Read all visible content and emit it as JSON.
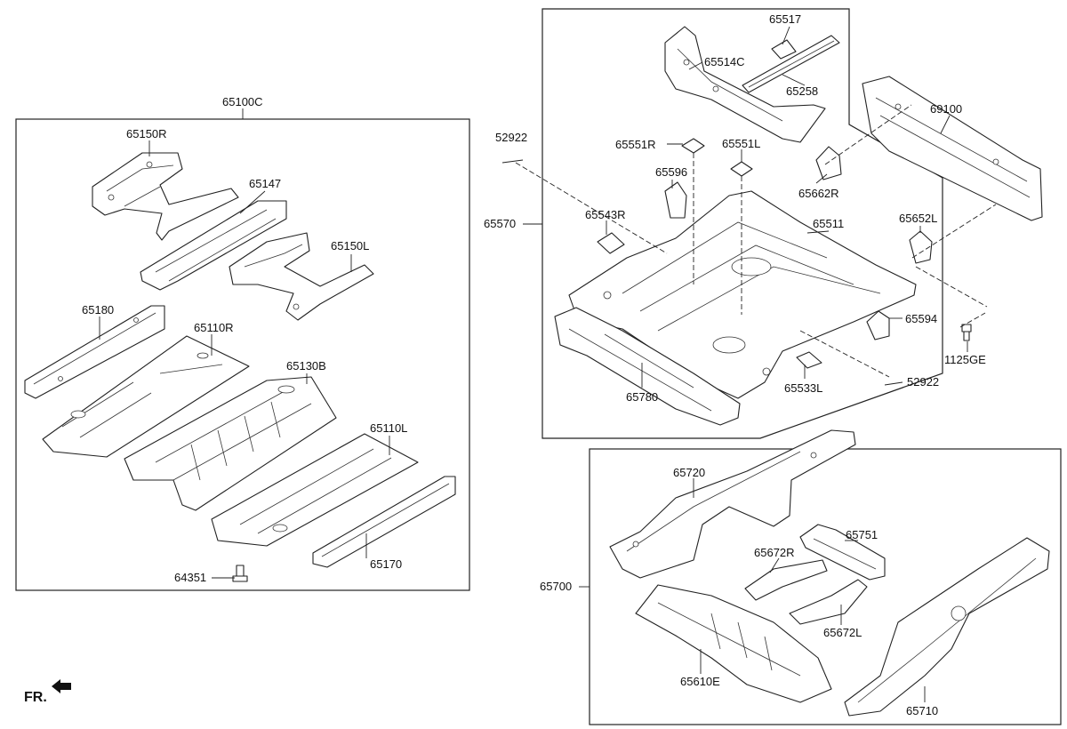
{
  "diagram": {
    "orientation": "FR.",
    "groups": {
      "front_floor": "65100C",
      "rear_floor": "65570",
      "rear_member": "65700"
    },
    "labels": {
      "p65150R": "65150R",
      "p65147": "65147",
      "p65150L": "65150L",
      "p65180": "65180",
      "p65110R": "65110R",
      "p65130B": "65130B",
      "p65110L": "65110L",
      "p65170": "65170",
      "p64351": "64351",
      "p65517": "65517",
      "p65514C": "65514C",
      "p65258": "65258",
      "p69100": "69100",
      "p52922a": "52922",
      "p65551R": "65551R",
      "p65551L": "65551L",
      "p65596": "65596",
      "p65662R": "65662R",
      "p65543R": "65543R",
      "p65511": "65511",
      "p65652L": "65652L",
      "p65594": "65594",
      "p1125GE": "1125GE",
      "p65533L": "65533L",
      "p52922b": "52922",
      "p65780": "65780",
      "p65720": "65720",
      "p65751": "65751",
      "p65672R": "65672R",
      "p65672L": "65672L",
      "p65610E": "65610E",
      "p65710": "65710"
    }
  }
}
